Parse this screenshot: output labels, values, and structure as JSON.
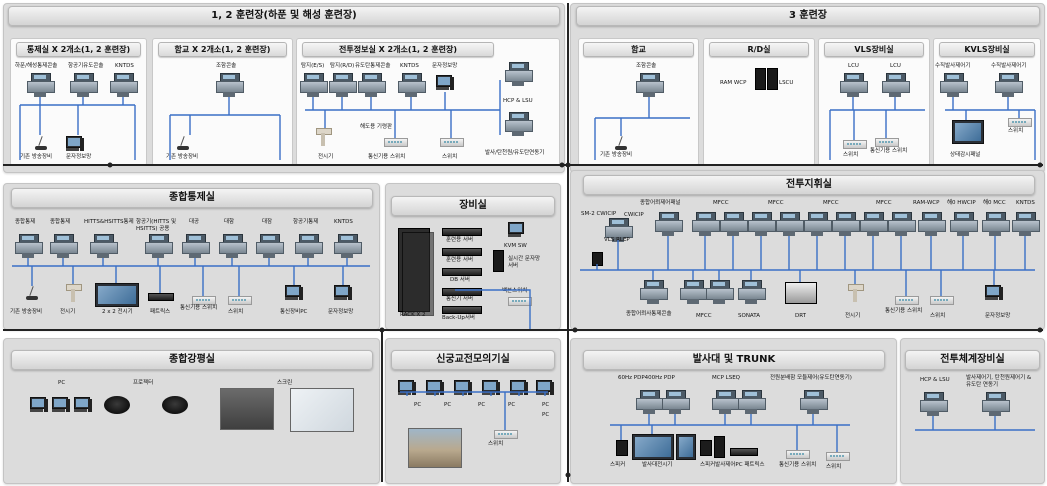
{
  "zone1": {
    "title": "1, 2 훈련장(하푼 및 해성 훈련장)",
    "panels": {
      "comm": {
        "title": "통제실 X 2개소(1, 2 훈련장)",
        "labels": [
          "하푼/해성통제콘솔",
          "항공기유도콘솔",
          "KNTDS",
          "기존 방송장비",
          "문자정보망"
        ]
      },
      "ship": {
        "title": "함교 X 2개소(1, 2 훈련장)",
        "labels": [
          "조함콘솔",
          "기존 방송장비"
        ]
      },
      "cic": {
        "title": "전투정보실 X 2개소(1, 2 훈련장)",
        "labels": [
          "탐지(E/S)",
          "탐지(R/D)",
          "유도탄통제콘솔",
          "KNTDS",
          "문자정보망",
          "HCP & LSU",
          "해도용 기령판",
          "전시기",
          "통신기용 스위치",
          "스위치",
          "발사/탄천원/유도탄연동기"
        ]
      }
    }
  },
  "zone3": {
    "title": "3 훈련장",
    "panels": {
      "bridge": {
        "title": "함교",
        "labels": [
          "조함콘솔",
          "기존 방송장비"
        ]
      },
      "rd": {
        "title": "R/D실",
        "labels": [
          "RAM WCP",
          "LSCU"
        ]
      },
      "vls": {
        "title": "VLS장비실",
        "labels": [
          "LCU",
          "LCU",
          "스위치",
          "통신기용 스위치"
        ]
      },
      "kvls": {
        "title": "KVLS장비실",
        "labels": [
          "수직발사제어기",
          "수직발사제어기",
          "스위치",
          "상태감시패널"
        ]
      }
    }
  },
  "control": {
    "title": "종합통제실",
    "labels": [
      "종합통제",
      "종합통제",
      "HITTS&HSITTS통제",
      "항공기(HITTS 및 HSITTS) 공용",
      "대공",
      "대함",
      "대잠",
      "항공기통제",
      "KNTDS",
      "기존 방송장비",
      "전시기",
      "2 x 2 전시기",
      "패트릭스",
      "통신기용 스위치",
      "스위치",
      "통신장비PC",
      "문자정보망"
    ]
  },
  "equipment": {
    "title": "장비실",
    "labels": [
      "훈련용 서버",
      "훈련용 서버",
      "DB 서버",
      "통신기 서버",
      "Back-Up서버",
      "KVM SW",
      "실시간 문자망 서버",
      "백본스위치",
      "RACK X 2"
    ]
  },
  "command": {
    "title": "전투지휘실",
    "labels": [
      "SM-2 CWICIP",
      "CWICIP",
      "종합어뢰제어패널",
      "MFCC",
      "MFCC",
      "MFCC",
      "MFCC",
      "RAM-WCP",
      "해0 HWCIP",
      "해0 MCC",
      "KNTDS",
      "VLS RLEP",
      "종합어뢰사통제콘솔",
      "MFCC",
      "SONATA",
      "DRT",
      "전시기",
      "통신기용 스위치",
      "스위치",
      "문자정보망"
    ]
  },
  "lecture": {
    "title": "종합강평실",
    "labels": [
      "PC",
      "프로젝터",
      "스크린"
    ]
  },
  "sim": {
    "title": "신궁교전모의기실",
    "labels": [
      "PC",
      "PC",
      "PC",
      "PC",
      "PC",
      "PC",
      "스위치"
    ]
  },
  "launch": {
    "title": "발사대 및 TRUNK",
    "labels": [
      "60Hz PDP400Hz PDP",
      "MCP LSEQ",
      "전원분배함 모듈제어(유도탄연동기)",
      "스피커",
      "발사대전시기",
      "스피커발사제어PC 패트릭스",
      "통신기용 스위치",
      "스위치"
    ]
  },
  "weapons": {
    "title": "전투체계장비실",
    "labels": [
      "HCP & LSU",
      "발사제어기, 탄천원제어기 & 유도탄 연동기"
    ]
  },
  "colors": {
    "network": "#3a6fc6",
    "backbone": "#222222"
  }
}
